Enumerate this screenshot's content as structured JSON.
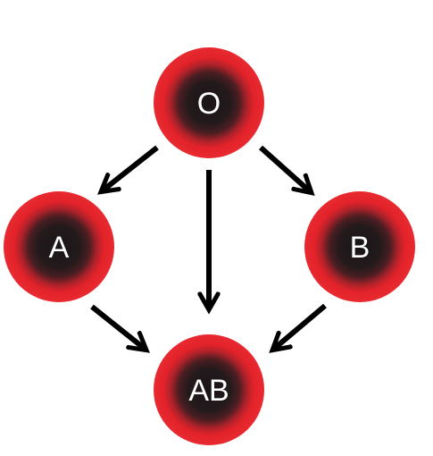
{
  "diagram": {
    "nodes": {
      "o": {
        "label": "O"
      },
      "a": {
        "label": "A"
      },
      "b": {
        "label": "B"
      },
      "ab": {
        "label": "AB"
      }
    },
    "edges": [
      {
        "from": "O",
        "to": "A"
      },
      {
        "from": "O",
        "to": "AB"
      },
      {
        "from": "O",
        "to": "B"
      },
      {
        "from": "A",
        "to": "AB"
      },
      {
        "from": "B",
        "to": "AB"
      }
    ]
  },
  "colors": {
    "cell_rim": "#e3222a",
    "cell_core": "#1a1416",
    "arrow": "#000000",
    "label": "#ffffff",
    "background": "#ffffff"
  }
}
